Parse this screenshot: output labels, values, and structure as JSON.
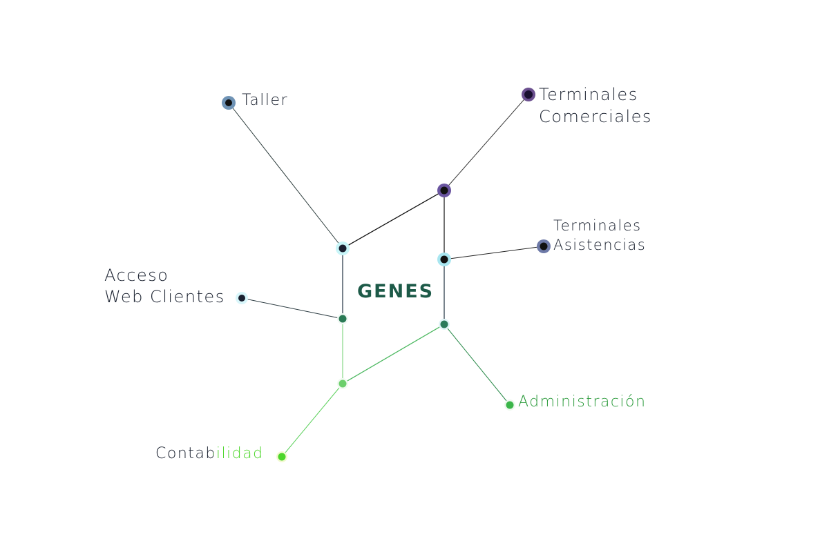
{
  "center": {
    "label": "GENES",
    "color": "#1d5a48"
  },
  "nodes": {
    "taller": {
      "label": "Taller"
    },
    "terminales_comerciales": {
      "line1": "Terminales",
      "line2": "Comerciales"
    },
    "terminales_asistencias": {
      "line1": "Terminales",
      "line2": "Asistencias"
    },
    "acceso_web": {
      "line1": "Acceso",
      "line2": "Web Clientes"
    },
    "administracion": {
      "label": "Administración",
      "color": "#2a9a3a"
    },
    "contabilidad": {
      "label": "Contabilidad",
      "color_start": "#1b2230",
      "color_end": "#4cd62a"
    }
  }
}
